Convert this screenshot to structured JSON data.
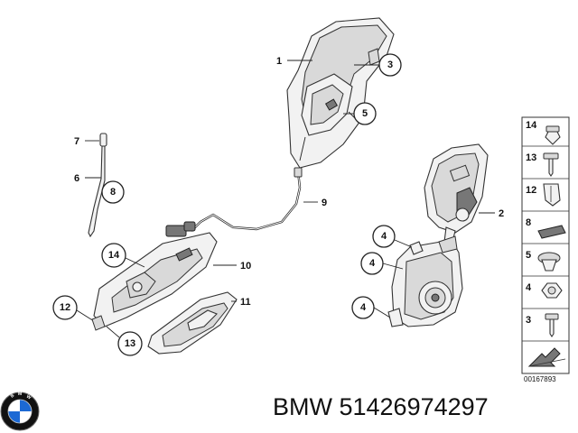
{
  "brand": "BMW",
  "part_number": "51426974297",
  "caption": "BMW 51426974297",
  "diagram_code": "00167893",
  "callouts": {
    "c1": "1",
    "c2": "2",
    "c3": "3",
    "c4a": "4",
    "c4b": "4",
    "c4c": "4",
    "c5": "5",
    "c6": "6",
    "c7": "7",
    "c8": "8",
    "c9": "9",
    "c10": "10",
    "c11": "11",
    "c12": "12",
    "c13": "13",
    "c14": "14"
  },
  "side_panel": [
    "14",
    "13",
    "12",
    "8",
    "5",
    "4",
    "3"
  ],
  "logo_letters": "BMW",
  "colors": {
    "line": "#222222",
    "logo_blue": "#1c69d4",
    "background": "#ffffff"
  }
}
